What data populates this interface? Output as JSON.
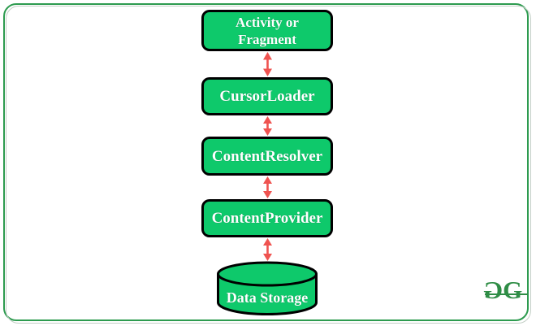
{
  "diagram": {
    "nodes": [
      {
        "id": "activity-or-fragment",
        "label": "Activity or\nFragment",
        "shape": "rounded-box"
      },
      {
        "id": "cursorloader",
        "label": "CursorLoader",
        "shape": "rounded-box"
      },
      {
        "id": "contentresolver",
        "label": "ContentResolver",
        "shape": "rounded-box"
      },
      {
        "id": "contentprovider",
        "label": "ContentProvider",
        "shape": "rounded-box"
      },
      {
        "id": "data-storage",
        "label": "Data Storage",
        "shape": "cylinder"
      }
    ],
    "connectors": [
      {
        "from": "activity-or-fragment",
        "to": "cursorloader",
        "style": "double-headed-arrow"
      },
      {
        "from": "cursorloader",
        "to": "contentresolver",
        "style": "double-headed-arrow"
      },
      {
        "from": "contentresolver",
        "to": "contentprovider",
        "style": "double-headed-arrow"
      },
      {
        "from": "contentprovider",
        "to": "data-storage",
        "style": "double-headed-arrow"
      }
    ],
    "colors": {
      "node_fill": "#0ec96b",
      "node_border": "#000000",
      "node_text": "#ffffff",
      "arrow": "#ef5350",
      "frame_outer_green": "#2d9b4f",
      "frame_inner_gray": "#c3cfc6",
      "logo_green": "#2f8d46",
      "background": "#ffffff"
    }
  },
  "logo": {
    "name": "GeeksforGeeks",
    "glyph_left": "G",
    "glyph_right": "G"
  }
}
